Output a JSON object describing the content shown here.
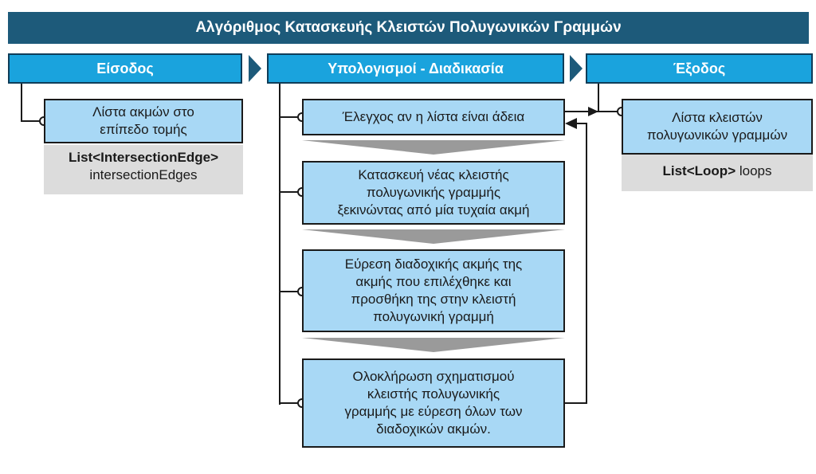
{
  "title": "Αλγόριθμος Κατασκευής Κλειστών Πολυγωνικών Γραμμών",
  "headers": {
    "input": "Είσοδος",
    "process": "Υπολογισμοί - Διαδικασία",
    "output": "Έξοδος"
  },
  "input": {
    "box_lines": [
      "Λίστα ακμών στο",
      "επίπεδο τομής"
    ],
    "code_type": "List<IntersectionEdge>",
    "code_name": "intersectionEdges"
  },
  "output": {
    "box_lines": [
      "Λίστα κλειστών",
      "πολυγωνικών γραμμών"
    ],
    "code_type": "List<Loop>",
    "code_name": "loops"
  },
  "steps": [
    {
      "lines": [
        "Έλεγχος αν η λίστα είναι άδεια"
      ]
    },
    {
      "lines": [
        "Κατασκευή νέας κλειστής",
        "πολυγωνικής γραμμής",
        "ξεκινώντας από μία τυχαία ακμή"
      ]
    },
    {
      "lines": [
        "Εύρεση διαδοχικής ακμής της",
        "ακμής που επιλέχθηκε και",
        "προσθήκη της στην κλειστή",
        "πολυγωνική γραμμή"
      ]
    },
    {
      "lines": [
        "Ολοκλήρωση σχηματισμού",
        "κλειστής  πολυγωνικής",
        "γραμμής με εύρεση όλων των",
        "διαδοχικών ακμών."
      ]
    }
  ],
  "colors": {
    "title_bg": "#1d5a7a",
    "header_bg": "#1aa3dd",
    "box_bg": "#a8d8f5",
    "code_bg": "#dcdcdc",
    "arrow_gray": "#9a9a9a"
  }
}
